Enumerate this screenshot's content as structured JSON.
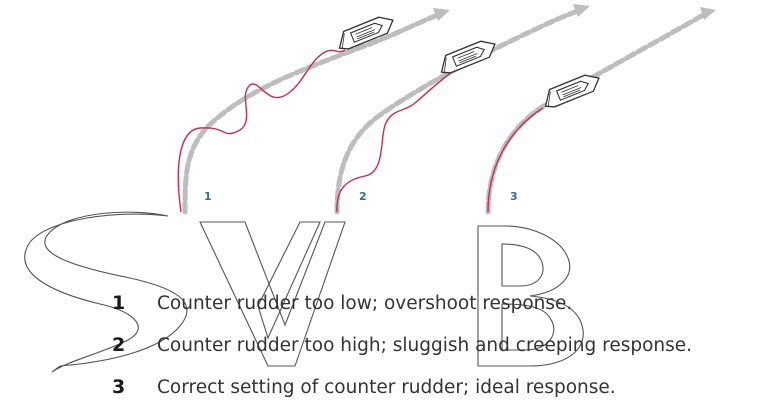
{
  "colors": {
    "track": "#bdbdbd",
    "path": "#cc2b4e",
    "label": "#2f6f9a",
    "watermark": "#555555"
  },
  "watermark_text": "SVB",
  "icons": [
    "boat-icon",
    "arrow-head-icon"
  ],
  "scenarios": [
    {
      "id": "1",
      "text": "Counter rudder too low; overshoot response."
    },
    {
      "id": "2",
      "text": "Counter rudder too high; sluggish and creeping response."
    },
    {
      "id": "3",
      "text": "Correct setting of counter rudder; ideal response."
    }
  ]
}
